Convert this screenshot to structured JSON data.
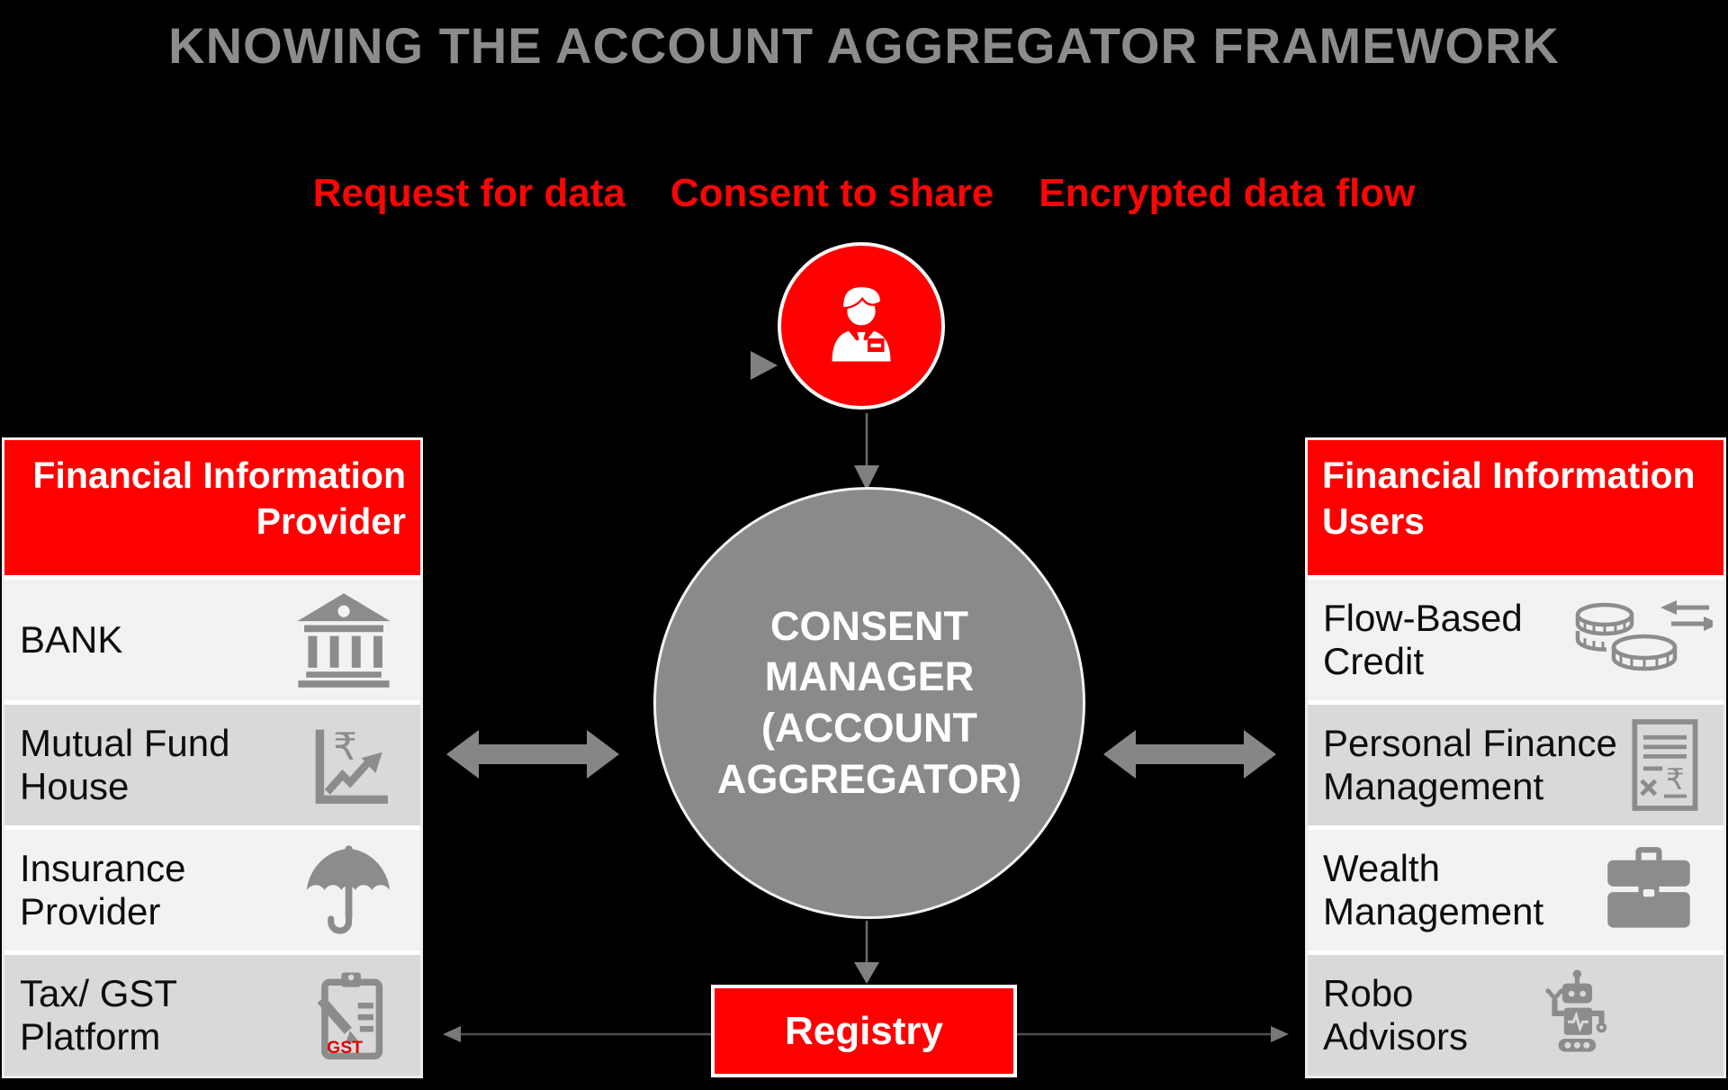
{
  "title": "KNOWING THE ACCOUNT AGGREGATOR FRAMEWORK",
  "legend": {
    "request_label": "Request for data",
    "consent_label": "Consent to share",
    "encrypted_label": "Encrypted data flow"
  },
  "center": {
    "person_icon": "businessman-icon",
    "circle_label": "CONSENT MANAGER (ACCOUNT AGGREGATOR)"
  },
  "left_panel": {
    "title": "Financial Information Provider",
    "rows": [
      {
        "label": "BANK",
        "icon": "bank-icon"
      },
      {
        "label": "Mutual Fund House",
        "icon": "rupee-growth-chart-icon"
      },
      {
        "label": "Insurance Provider",
        "icon": "umbrella-icon"
      },
      {
        "label": "Tax/ GST Platform",
        "icon": "gst-clipboard-icon",
        "icon_text": "GST"
      }
    ]
  },
  "right_panel": {
    "title": "Financial Information Users",
    "rows": [
      {
        "label": "Flow-Based Credit",
        "icon": "coins-exchange-icon"
      },
      {
        "label": "Personal Finance Management",
        "icon": "rupee-document-icon"
      },
      {
        "label": "Wealth Management",
        "icon": "briefcase-icon"
      },
      {
        "label": "Robo Advisors",
        "icon": "robot-icon"
      }
    ]
  },
  "registry": {
    "label": "Registry"
  },
  "colors": {
    "background": "#000000",
    "accent_red": "#fe0000",
    "title_gray": "#8c8c8c",
    "circle_gray": "#8a8a8a",
    "arrow_gray": "#868686",
    "row_light": "#f2f2f2",
    "row_dark": "#d9d9d9",
    "icon_gray": "#8c8c8c"
  }
}
